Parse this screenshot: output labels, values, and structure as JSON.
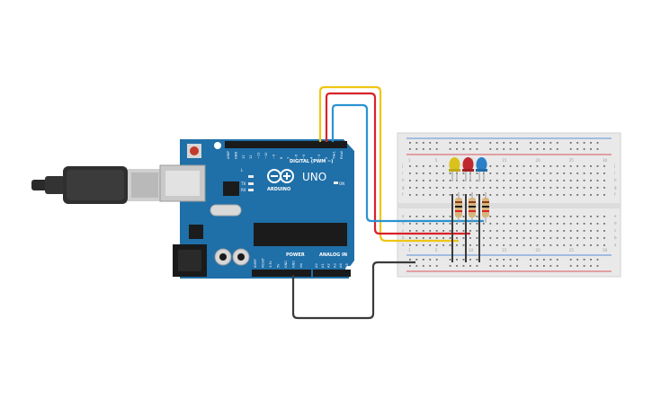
{
  "arduino": {
    "model": "UNO",
    "brand": "ARDUINO",
    "digital_label": "DIGITAL (PWM ~)",
    "power_label": "POWER",
    "analog_label": "ANALOG IN",
    "on_label": "ON",
    "led_labels": [
      "L",
      "TX",
      "RX"
    ],
    "digital_pins": [
      "AREF",
      "GND",
      "13",
      "12",
      "~11",
      "~10",
      "~9",
      "8",
      "7",
      "~6",
      "~5",
      "4",
      "~3",
      "2",
      "TX▸1",
      "RX◂0"
    ],
    "power_pins": [
      "IOREF",
      "RESET",
      "3.3V",
      "5V",
      "GND",
      "GND",
      "Vin"
    ],
    "analog_pins": [
      "A0",
      "A1",
      "A2",
      "A3",
      "A4",
      "A5"
    ],
    "board_color": "#1f6fa8"
  },
  "breadboard": {
    "row_letters_top": [
      "j",
      "i",
      "h",
      "g",
      "f"
    ],
    "row_letters_bottom": [
      "e",
      "d",
      "c",
      "b",
      "a"
    ],
    "column_numbers": [
      "1",
      "5",
      "10",
      "15",
      "20",
      "25",
      "30"
    ]
  },
  "components": {
    "leds": [
      {
        "name": "yellow",
        "color": "#d9c21c"
      },
      {
        "name": "red",
        "color": "#c0282d"
      },
      {
        "name": "blue",
        "color": "#2a7fc9"
      }
    ],
    "resistor_count": 3
  },
  "wires": [
    {
      "name": "yellow",
      "color": "#f0c514"
    },
    {
      "name": "red",
      "color": "#d9232a"
    },
    {
      "name": "blue",
      "color": "#2b93d1"
    },
    {
      "name": "black",
      "color": "#3a3a3a"
    }
  ]
}
